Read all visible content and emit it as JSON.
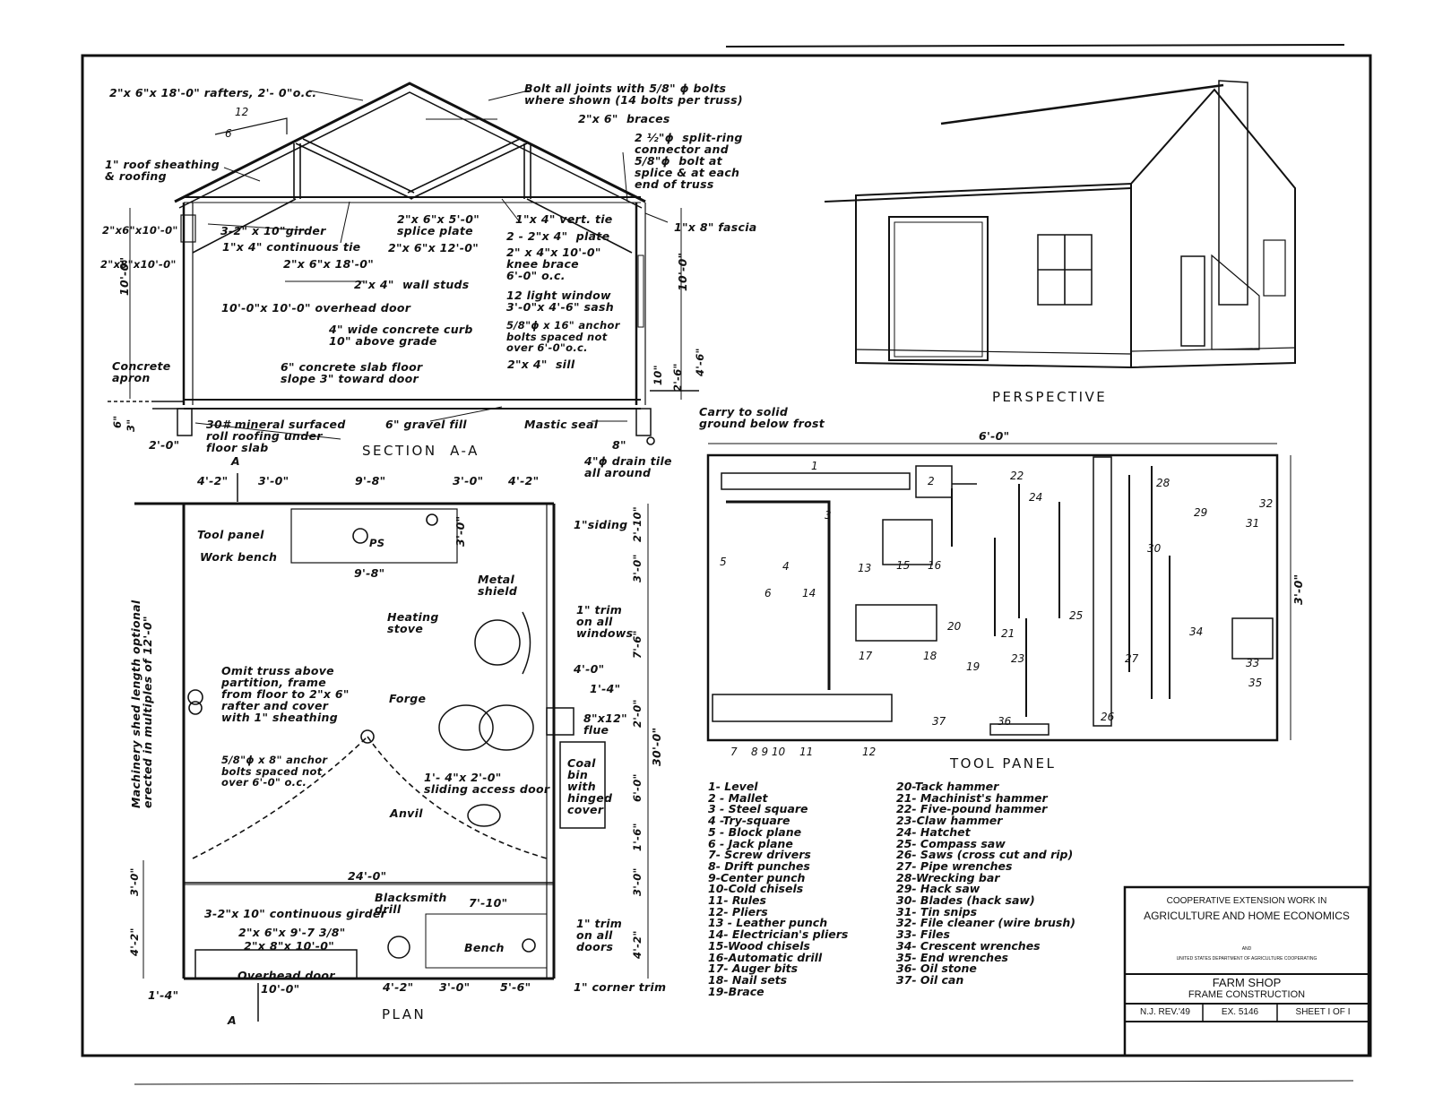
{
  "title_block": {
    "line1": "COOPERATIVE EXTENSION WORK IN",
    "line2": "AGRICULTURE AND HOME ECONOMICS",
    "line3": "AND",
    "line4": "UNITED STATES DEPARTMENT OF AGRICULTURE COOPERATING",
    "title": "FARM SHOP",
    "subtitle": "FRAME CONSTRUCTION",
    "cell_state": "N.J. REV.'49",
    "cell_ex": "EX. 5146",
    "cell_sheet": "SHEET I OF I"
  },
  "captions": {
    "section": "SECTION  A-A",
    "perspective": "PERSPECTIVE",
    "tool_panel": "TOOL PANEL",
    "plan": "PLAN",
    "section_mark_top": "A",
    "section_mark_bottom": "A"
  },
  "section_labels": {
    "rafters": "2\"x 6\"x 18'-0\" rafters, 2'- 0\"o.c.",
    "bolts": "Bolt all joints with 5/8\" ϕ bolts\nwhere shown (14 bolts per truss)",
    "braces": "2\"x 6\"  braces",
    "slope_run": "12",
    "slope_rise": "6",
    "split_ring": "2 ½\"ϕ  split-ring\nconnector and\n5/8\"ϕ  bolt at\nsplice & at each\nend of truss",
    "sheathing": "1\" roof sheathing\n& roofing",
    "plate_top": "2\"x6\"x10'-0\"",
    "plate_bottom": "2\"x8\"x10'-0\"",
    "girder": "3-2\" x 10\"girder",
    "continuous_tie": "1\"x 4\" continuous tie",
    "tie_18": "2\"x 6\"x 18'-0\"",
    "splice_plate": "2\"x 6\"x 5'-0\"\nsplice plate",
    "tie_12": "2\"x 6\"x 12'-0\"",
    "vert_tie": "1\"x 4\" vert. tie",
    "fascia": "1\"x 8\" fascia",
    "plate_2x4": "2 - 2\"x 4\"  plate",
    "knee_brace": "2\" x 4\"x 10'-0\"\nknee brace\n6'-0\" o.c.",
    "wall_studs": "2\"x 4\"  wall studs",
    "height_left": "10'-0\"",
    "height_right": "10'-0\"",
    "overhead_door": "10'-0\"x 10'-0\" overhead door",
    "window": "12 light window\n3'-0\"x 4'-6\" sash",
    "curb": "4\" wide concrete curb\n10\" above grade",
    "anchor_bolts": "5/8\"ϕ x 16\" anchor\nbolts spaced not\nover 6'-0\"o.c.",
    "apron": "Concrete\napron",
    "slab": "6\" concrete slab floor\nslope 3\" toward door",
    "sill": "2\"x 4\"  sill",
    "dim_10": "10\"",
    "dim_26": "2'-6\"",
    "dim_46": "4'-6\"",
    "dim_6": "6\"",
    "dim_3": "3\"",
    "roofing": "30# mineral surfaced\nroll roofing under\nfloor slab",
    "gravel": "6\" gravel fill",
    "mastic": "Mastic seal",
    "carry": "Carry to solid\nground below frost",
    "dim_20": "2'-0\"",
    "dim_8": "8\"",
    "drain": "4\"ϕ drain tile\nall around"
  },
  "plan_labels": {
    "d_42a": "4'-2\"",
    "d_30a": "3'-0\"",
    "d_98a": "9'-8\"",
    "d_30b": "3'-0\"",
    "d_42b": "4'-2\"",
    "tool_panel": "Tool panel",
    "work_bench": "Work bench",
    "d_30c": "3'-0\"",
    "d_98b": "9'-8\"",
    "ps": "PS",
    "siding": "1\"siding",
    "metal_shield": "Metal\nshield",
    "trim_windows": "1\" trim\non all\nwindows",
    "heating_stove": "Heating\nstove",
    "machinery": "Machinery shed length optional\nerected in multiples of 12'-0\"",
    "omit_truss": "Omit truss above\npartition, frame\nfrom floor to 2\"x 6\"\nrafter and cover\nwith 1\" sheathing",
    "d_40": "4'-0\"",
    "d_14": "1'-4\"",
    "forge": "Forge",
    "flue": "8\"x12\"\nflue",
    "anchor_plan": "5/8\"ϕ x 8\" anchor\nbolts spaced not\nover 6'-0\" o.c.",
    "coal_bin": "Coal\nbin\nwith\nhinged\ncover",
    "sliding_door": "1'- 4\"x 2'-0\"\nsliding access door",
    "anvil": "Anvil",
    "d_240": "24'-0\"",
    "girder_cont": "3-2\"x 10\" continuous girder",
    "blacksmith": "Blacksmith\ndrill",
    "d_710": "7'-10\"",
    "trim_doors": "1\" trim\non all\ndoors",
    "header_a": "2\"x 6\"x 9'-7 3/8\"",
    "header_b": "2\"x 8\"x 10'-0\"",
    "bench": "Bench",
    "overhead_door": "Overhead door",
    "d_100": "10'-0\"",
    "d_14b": "1'-4\"",
    "d_42c": "4'-2\"",
    "d_30d": "3'-0\"",
    "d_56": "5'-6\"",
    "corner_trim": "1\" corner trim",
    "v_210": "2'-10\"",
    "v_30": "3'-0\"",
    "v_76": "7'-6\"",
    "v_20": "2'-0\"",
    "v_60": "6'-0\"",
    "v_16": "1'-6\"",
    "v_30b": "3'-0\"",
    "v_42": "4'-2\"",
    "v_300": "30'-0\"",
    "lv_30": "3'-0\"",
    "lv_42": "4'-2\""
  },
  "tool_panel": {
    "width_dim": "6'-0\"",
    "height_dim": "3'-0\"",
    "callouts": [
      "1",
      "2",
      "3",
      "4",
      "5",
      "6",
      "7",
      "8",
      "9",
      "10",
      "11",
      "12",
      "13",
      "14",
      "15",
      "16",
      "17",
      "18",
      "19",
      "20",
      "21",
      "22",
      "23",
      "24",
      "25",
      "26",
      "27",
      "28",
      "29",
      "30",
      "31",
      "32",
      "33",
      "34",
      "35",
      "36",
      "37"
    ]
  },
  "legend_left": [
    "1- Level",
    "2 - Mallet",
    "3 - Steel square",
    "4 -Try-square",
    "5 - Block plane",
    "6 - Jack plane",
    "7- Screw drivers",
    "8- Drift punches",
    "9-Center punch",
    "10-Cold chisels",
    "11- Rules",
    "12- Pliers",
    "13 - Leather punch",
    "14- Electrician's pliers",
    "15-Wood chisels",
    "16-Automatic drill",
    "17- Auger bits",
    "18- Nail sets",
    "19-Brace"
  ],
  "legend_right": [
    "20-Tack hammer",
    "21- Machinist's hammer",
    "22- Five-pound hammer",
    "23-Claw hammer",
    "24- Hatchet",
    "25- Compass saw",
    "26- Saws (cross cut and rip)",
    "27- Pipe wrenches",
    "28-Wrecking bar",
    "29- Hack saw",
    "30- Blades (hack saw)",
    "31- Tin snips",
    "32- File cleaner (wire brush)",
    "33- Files",
    "34- Crescent wrenches",
    "35- End wrenches",
    "36- Oil stone",
    "37- Oil can"
  ]
}
